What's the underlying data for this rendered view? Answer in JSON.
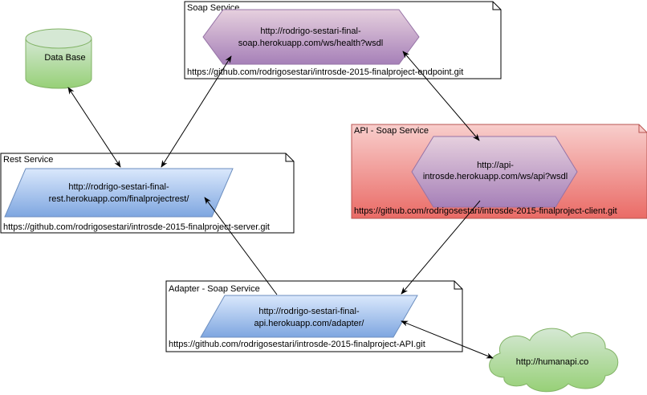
{
  "database": {
    "label": "Data Base"
  },
  "soap_service": {
    "title": "Soap Service",
    "url_line1": "http://rodrigo-sestari-final-",
    "url_line2": "soap.herokuapp.com/ws/health?wsdl",
    "repo": "https://github.com/rodrigosestari/introsde-2015-finalproject-endpoint.git"
  },
  "rest_service": {
    "title": "Rest Service",
    "url_line1": "http://rodrigo-sestari-final-",
    "url_line2": "rest.herokuapp.com/finalprojectrest/",
    "repo": "https://github.com/rodrigosestari/introsde-2015-finalproject-server.git"
  },
  "api_soap_service": {
    "title": "API - Soap Service",
    "url_line1": "http://api-",
    "url_line2": "introsde.herokuapp.com/ws/api?wsdl",
    "repo": "https://github.com/rodrigosestari/introsde-2015-finalproject-client.git"
  },
  "adapter_soap_service": {
    "title": "Adapter - Soap Service",
    "url_line1": "http://rodrigo-sestari-final-",
    "url_line2": "api.herokuapp.com/adapter/",
    "repo": "https://github.com/rodrigosestari/introsde-2015-finalproject-API.git"
  },
  "cloud": {
    "label": "http://humanapi.co"
  },
  "colors": {
    "green_fill": "#d5e8d4",
    "purple_fill": "#e1d5e7",
    "blue_fill": "#dae8fc",
    "red_fill": "#f8cecc",
    "red_stroke": "#b85450"
  }
}
